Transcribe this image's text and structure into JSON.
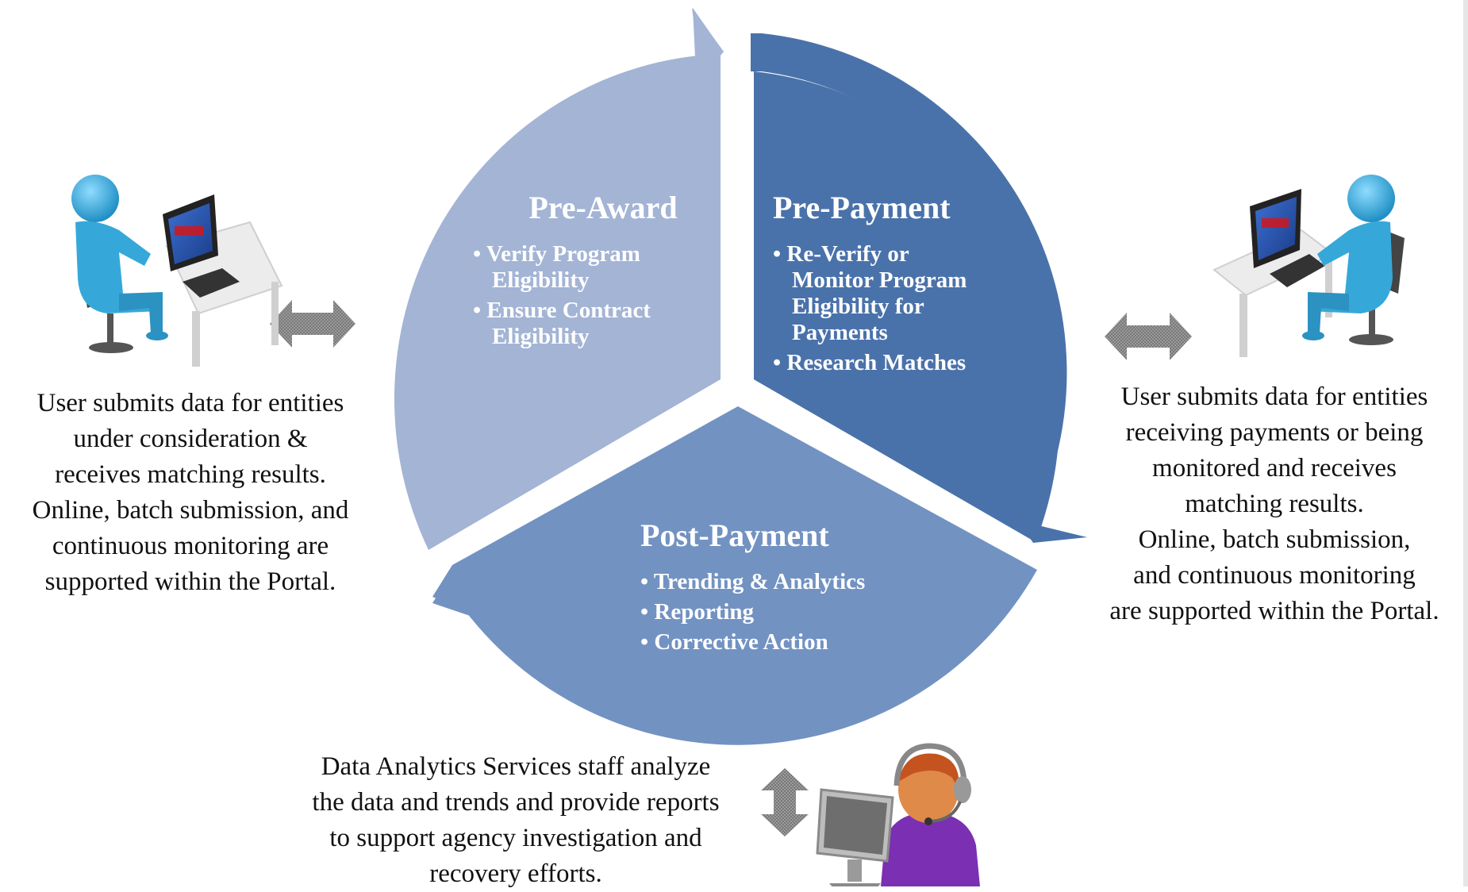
{
  "segments": {
    "pre_award": {
      "title": "Pre-Award",
      "bullets": [
        [
          "• Verify Program",
          "Eligibility"
        ],
        [
          "• Ensure Contract",
          "Eligibility"
        ]
      ]
    },
    "pre_payment": {
      "title": "Pre-Payment",
      "bullets": [
        [
          "• Re-Verify or",
          "Monitor Program",
          "Eligibility  for",
          "Payments"
        ],
        [
          "• Research  Matches"
        ]
      ]
    },
    "post_payment": {
      "title": "Post-Payment",
      "bullets": [
        [
          "• Trending & Analytics"
        ],
        [
          "• Reporting"
        ],
        [
          "• Corrective Action"
        ]
      ]
    }
  },
  "captions": {
    "left": [
      "User submits data for entities",
      "under consideration &",
      "receives matching results.",
      "Online, batch submission, and",
      "continuous monitoring are",
      "supported within the Portal."
    ],
    "right": [
      "User submits data for entities",
      "receiving payments or being",
      "monitored and receives",
      "matching results.",
      "Online, batch submission,",
      "and continuous monitoring",
      "are supported within the Portal."
    ],
    "bottom": [
      "Data  Analytics Services staff analyze",
      "the data and trends and provide reports",
      "to support agency investigation and",
      "recovery efforts."
    ]
  },
  "colors": {
    "pre_award": "#a3b4d5",
    "pre_payment": "#4a72aa",
    "post_payment": "#7292c2",
    "arrow_gray": "#8a8a8a",
    "person_blue": "#35a8d9",
    "headset_purple": "#7b2fb3"
  },
  "icons": {
    "left_user": "user-at-computer-icon",
    "right_user": "user-at-computer-icon",
    "analyst": "analyst-headset-icon"
  }
}
